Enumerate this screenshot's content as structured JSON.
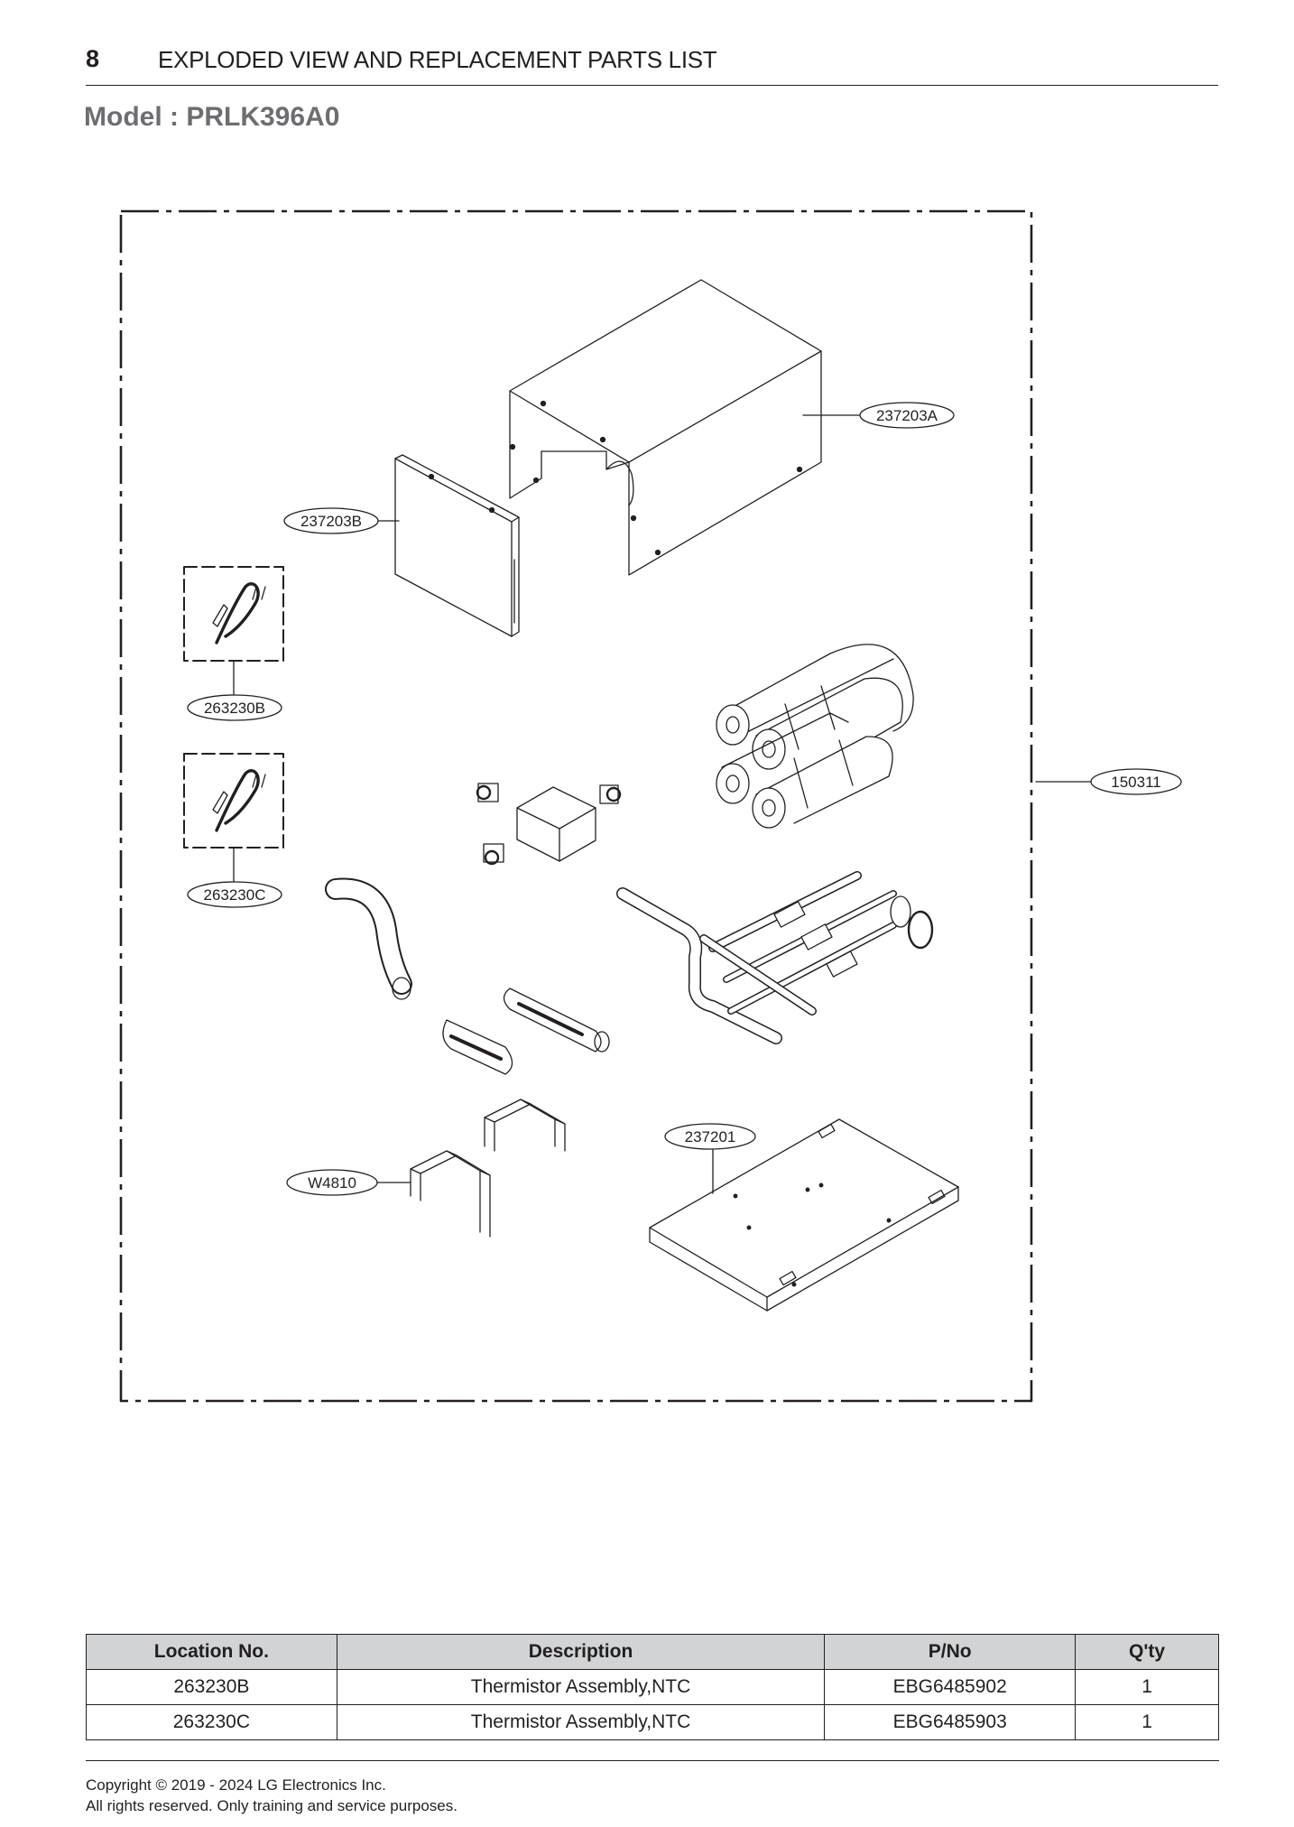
{
  "header": {
    "page_number": "8",
    "title": "EXPLODED VIEW AND REPLACEMENT PARTS LIST"
  },
  "model_label": "Model : PRLK396A0",
  "diagram": {
    "callouts": {
      "c237203A": "237203A",
      "c237203B": "237203B",
      "c263230B": "263230B",
      "c263230C": "263230C",
      "c150311": "150311",
      "c237201": "237201",
      "cW4810": "W4810"
    }
  },
  "parts_table": {
    "headers": [
      "Location No.",
      "Description",
      "P/No",
      "Q'ty"
    ],
    "rows": [
      [
        "263230B",
        "Thermistor Assembly,NTC",
        "EBG6485902",
        "1"
      ],
      [
        "263230C",
        "Thermistor Assembly,NTC",
        "EBG6485903",
        "1"
      ]
    ]
  },
  "footer": {
    "line1": "Copyright © 2019 - 2024 LG Electronics Inc.",
    "line2": "All rights reserved. Only training and service purposes."
  }
}
